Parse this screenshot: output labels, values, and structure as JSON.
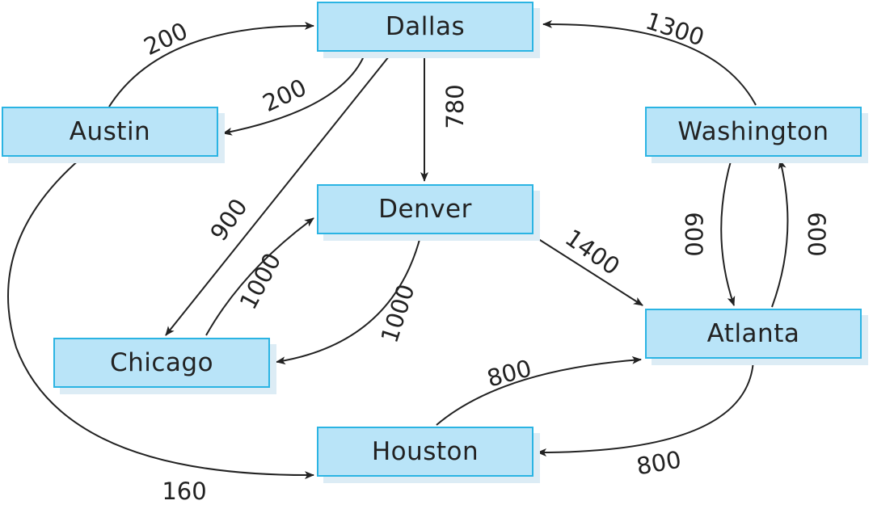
{
  "nodes": [
    {
      "id": "dallas",
      "label": "Dallas"
    },
    {
      "id": "austin",
      "label": "Austin"
    },
    {
      "id": "washington",
      "label": "Washington"
    },
    {
      "id": "denver",
      "label": "Denver"
    },
    {
      "id": "chicago",
      "label": "Chicago"
    },
    {
      "id": "atlanta",
      "label": "Atlanta"
    },
    {
      "id": "houston",
      "label": "Houston"
    }
  ],
  "edges": [
    {
      "from": "Austin",
      "to": "Dallas",
      "weight": "200"
    },
    {
      "from": "Dallas",
      "to": "Austin",
      "weight": "200"
    },
    {
      "from": "Dallas",
      "to": "Chicago",
      "weight": "900"
    },
    {
      "from": "Dallas",
      "to": "Denver",
      "weight": "780"
    },
    {
      "from": "Washington",
      "to": "Dallas",
      "weight": "1300"
    },
    {
      "from": "Chicago",
      "to": "Denver",
      "weight": "1000"
    },
    {
      "from": "Denver",
      "to": "Chicago",
      "weight": "1000"
    },
    {
      "from": "Denver",
      "to": "Atlanta",
      "weight": "1400"
    },
    {
      "from": "Washington",
      "to": "Atlanta",
      "weight": "600"
    },
    {
      "from": "Atlanta",
      "to": "Washington",
      "weight": "600"
    },
    {
      "from": "Houston",
      "to": "Atlanta",
      "weight": "800"
    },
    {
      "from": "Atlanta",
      "to": "Houston",
      "weight": "800"
    },
    {
      "from": "Austin",
      "to": "Houston",
      "weight": "160"
    }
  ]
}
